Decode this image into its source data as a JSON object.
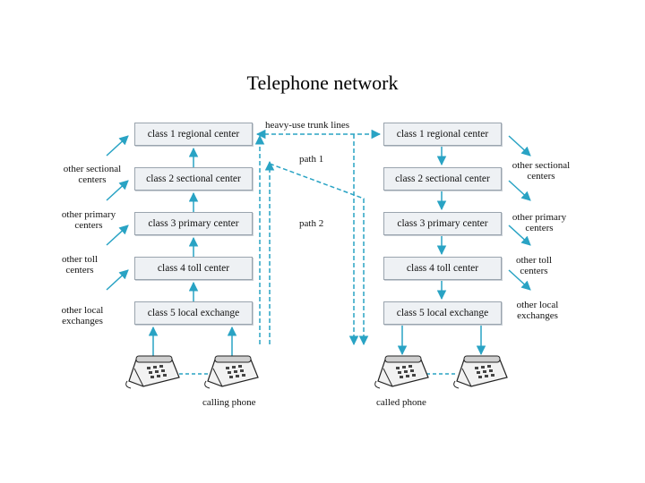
{
  "title": "Telephone network",
  "left_hierarchy": [
    "class 1 regional center",
    "class 2 sectional center",
    "class 3 primary center",
    "class 4 toll center",
    "class 5 local exchange"
  ],
  "right_hierarchy": [
    "class 1 regional center",
    "class 2 sectional center",
    "class 3 primary center",
    "class 4 toll center",
    "class 5 local exchange"
  ],
  "left_side_labels": {
    "sectional": [
      "other sectional",
      "centers"
    ],
    "primary": [
      "other primary",
      "centers"
    ],
    "toll": [
      "other toll",
      "centers"
    ],
    "local": [
      "other local",
      "exchanges"
    ]
  },
  "right_side_labels": {
    "sectional": [
      "other sectional",
      "centers"
    ],
    "primary": [
      "other primary",
      "centers"
    ],
    "toll": [
      "other toll",
      "centers"
    ],
    "local": [
      "other local",
      "exchanges"
    ]
  },
  "trunk_label": "heavy-use trunk lines",
  "path1_label": "path 1",
  "path2_label": "path 2",
  "calling_label": "calling phone",
  "called_label": "called phone",
  "accent_color": "#29a3c4"
}
